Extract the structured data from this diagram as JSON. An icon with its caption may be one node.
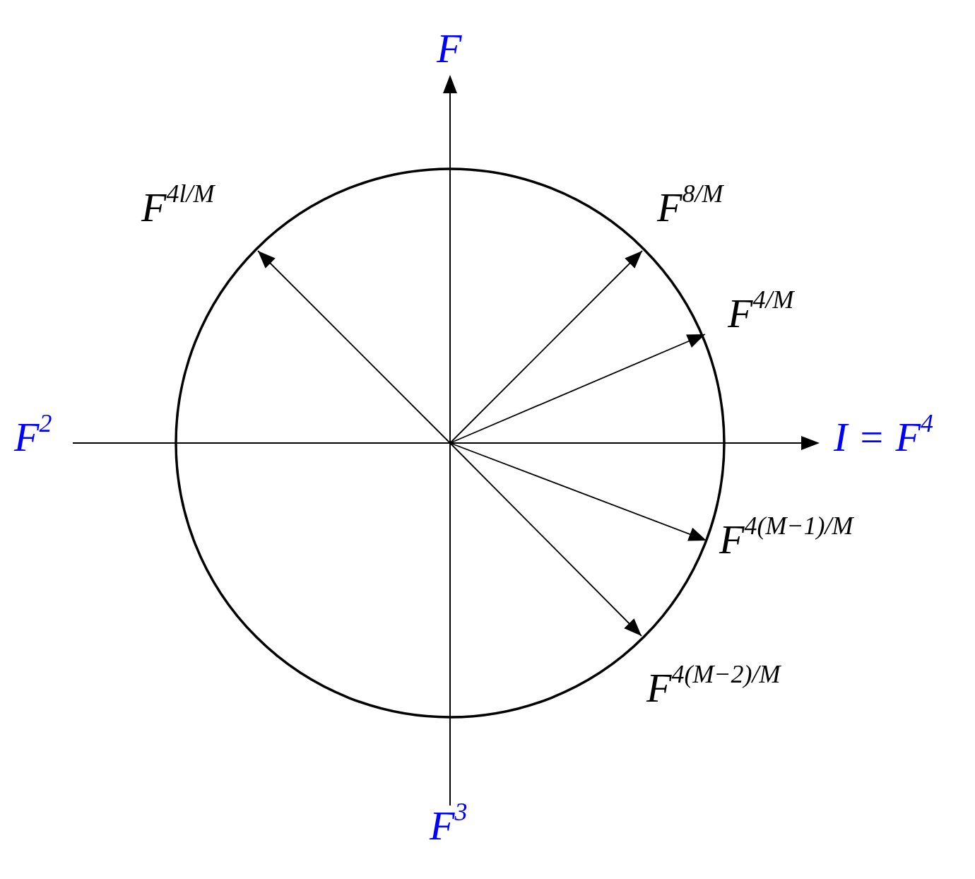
{
  "diagram": {
    "nodes": [
      {
        "text": [
          "F$^{4l/M}$"
        ]
      },
      {
        "text": [
          "F$^{8/M}$"
        ]
      },
      {
        "text": [
          "F$^{4/M}$"
        ]
      },
      {
        "text": [
          "F$^{4(M−1)/M}$"
        ]
      },
      {
        "text": [
          "F$^{4(M−2)/M}$"
        ]
      }
    ],
    "edges": [
      {
        "from": null,
        "to": 0,
        "arrow": "to"
      },
      {
        "from": null,
        "to": 1,
        "arrow": "to"
      },
      {
        "from": null,
        "to": 2,
        "arrow": "to"
      },
      {
        "from": null,
        "to": 3,
        "arrow": "to"
      },
      {
        "from": null,
        "to": 4,
        "arrow": "to"
      }
    ],
    "labels": [
      "F",
      "F$^{2}$",
      "I = F$^{4}$",
      "F$^{3}$"
    ]
  }
}
